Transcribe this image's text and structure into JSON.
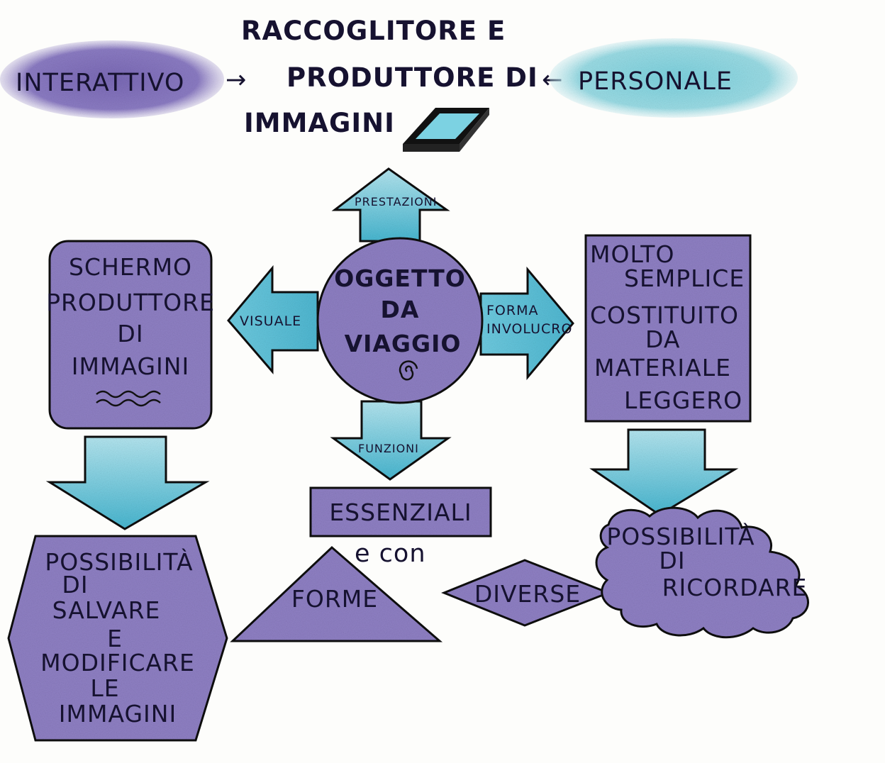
{
  "header": {
    "left_label": "INTERATTIVO",
    "center_lines": [
      "RACCOGLITORE E",
      "PRODUTTORE DI",
      "IMMAGINI"
    ],
    "right_label": "PERSONALE",
    "left_arrow": "→",
    "right_arrow": "←"
  },
  "center": {
    "lines": [
      "OGGETTO",
      "DA",
      "VIAGGIO"
    ],
    "up_label": "PRESTAZIONI",
    "down_label": "FUNZIONI",
    "left_label": "VISUALE",
    "right_lines": [
      "FORMA",
      "INVOLUCRO"
    ]
  },
  "left_box": {
    "lines": [
      "SCHERMO",
      "PRODUTTORE",
      "DI",
      "IMMAGINI"
    ]
  },
  "right_box": {
    "lines": [
      "MOLTO",
      "SEMPLICE",
      "COSTITUITO",
      "DA",
      "MATERIALE",
      "LEGGERO"
    ]
  },
  "bottom_left": {
    "lines": [
      "POSSIBILITÀ",
      "DI",
      "SALVARE",
      "E",
      "MODIFICARE",
      "LE",
      "IMMAGINI"
    ]
  },
  "bottom_right": {
    "lines": [
      "POSSIBILITÀ",
      "DI",
      "RICORDARE"
    ]
  },
  "essenziali": "ESSENZIALI",
  "econ": "e con",
  "forme": "FORME",
  "diverse": "DIVERSE",
  "colors": {
    "purple": "#8f80c4",
    "purple_dark": "#6f60aa",
    "cyan": "#62c4da",
    "cyan_light": "#a9e2ee",
    "ink": "#161230",
    "paper": "#fdfdfb"
  }
}
